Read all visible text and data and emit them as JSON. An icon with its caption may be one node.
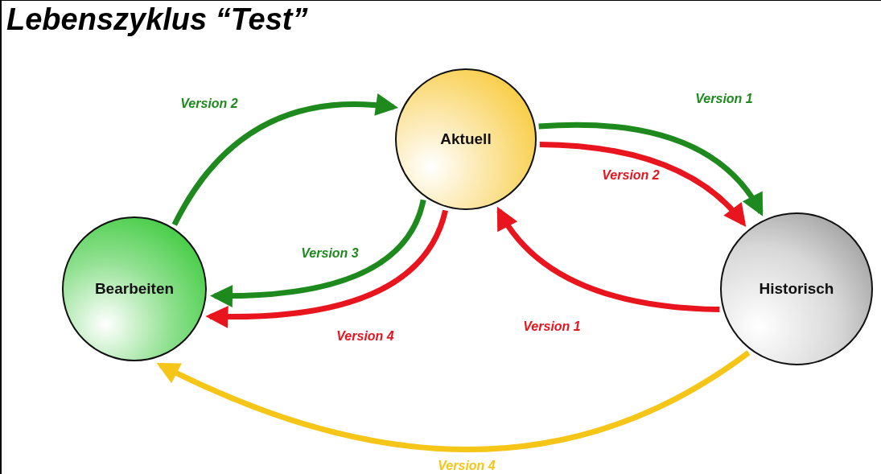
{
  "diagram": {
    "title": "Lebenszyklus “Test”",
    "nodes": [
      {
        "text": [
          "Aktuell"
        ]
      },
      {
        "text": [
          "Bearbeiten"
        ]
      },
      {
        "text": [
          "Historisch"
        ]
      }
    ],
    "edges": [
      {
        "from": 1,
        "to": 0,
        "arrow": "to",
        "label": "Version 2",
        "color": "#1e8a1e"
      },
      {
        "from": 0,
        "to": 2,
        "arrow": "to",
        "label": "Version 1",
        "color": "#1e8a1e"
      },
      {
        "from": 0,
        "to": 2,
        "arrow": "to",
        "label": "Version 2",
        "color": "#e8141e"
      },
      {
        "from": 0,
        "to": 1,
        "arrow": "to",
        "label": "Version 3",
        "color": "#1e8a1e"
      },
      {
        "from": 0,
        "to": 1,
        "arrow": "to",
        "label": "Version 4",
        "color": "#e8141e"
      },
      {
        "from": 2,
        "to": 0,
        "arrow": "to",
        "label": "Version 1",
        "color": "#e8141e"
      },
      {
        "from": 2,
        "to": 1,
        "arrow": "to",
        "label": "Version 4",
        "color": "#f5c518"
      }
    ]
  }
}
